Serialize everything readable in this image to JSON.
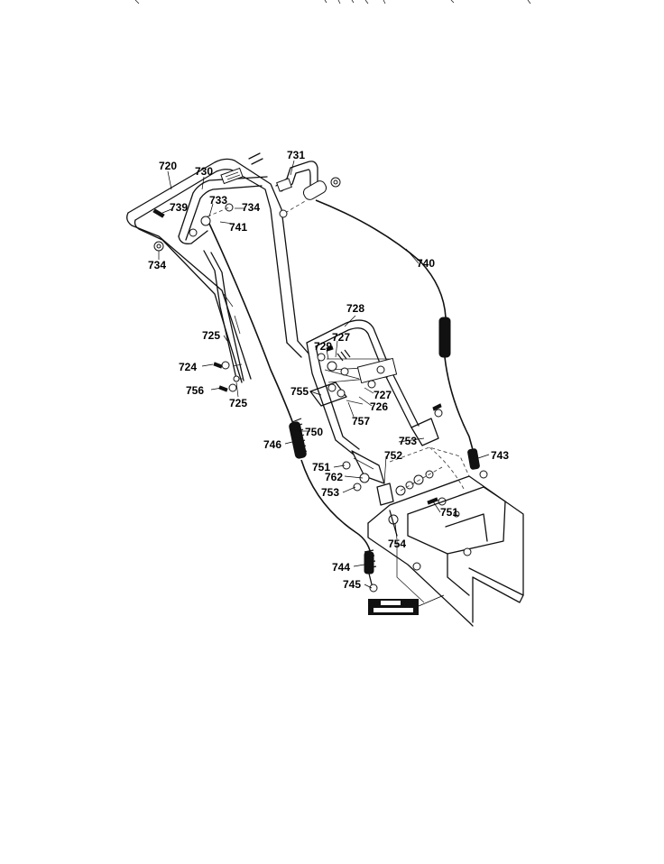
{
  "diagram": {
    "part_labels": [
      "720",
      "730",
      "731",
      "739",
      "733",
      "734",
      "741",
      "734",
      "740",
      "728",
      "727",
      "726",
      "729",
      "725",
      "724",
      "756",
      "725",
      "755",
      "727",
      "726",
      "757",
      "750",
      "746",
      "753",
      "743",
      "751",
      "752",
      "762",
      "753",
      "751",
      "754",
      "744",
      "745"
    ],
    "callout_box": "",
    "colors": {
      "line": "#111111",
      "background": "#ffffff"
    }
  }
}
